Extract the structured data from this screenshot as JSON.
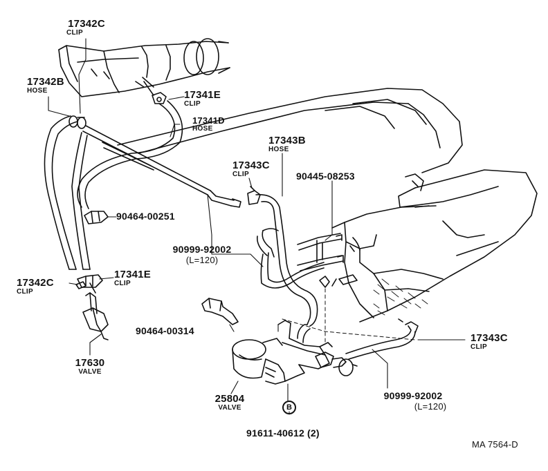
{
  "diagram": {
    "drawing_code": "MA 7564-D",
    "callouts": [
      {
        "id": "c1",
        "part": "17342C",
        "desc": "CLIP"
      },
      {
        "id": "c2",
        "part": "17342B",
        "desc": "HOSE"
      },
      {
        "id": "c3",
        "part": "17341E",
        "desc": "CLIP"
      },
      {
        "id": "c4",
        "part": "17341D",
        "desc": "HOSE"
      },
      {
        "id": "c5",
        "part": "17343B",
        "desc": "HOSE"
      },
      {
        "id": "c6",
        "part": "17343C",
        "desc": "CLIP"
      },
      {
        "id": "c7",
        "part": "90445-08253",
        "desc": ""
      },
      {
        "id": "c8",
        "part": "90464-00251",
        "desc": ""
      },
      {
        "id": "c9",
        "part": "90999-92002",
        "desc": "(L=120)"
      },
      {
        "id": "c10",
        "part": "17342C",
        "desc": "CLIP"
      },
      {
        "id": "c11",
        "part": "17341E",
        "desc": "CLIP"
      },
      {
        "id": "c12",
        "part": "90464-00314",
        "desc": ""
      },
      {
        "id": "c13",
        "part": "17343C",
        "desc": "CLIP"
      },
      {
        "id": "c14",
        "part": "17630",
        "desc": "VALVE"
      },
      {
        "id": "c15",
        "part": "25804",
        "desc": "VALVE"
      },
      {
        "id": "c16",
        "part": "90999-92002",
        "desc": "(L=120)"
      },
      {
        "id": "c17",
        "part": "91611-40612 (2)",
        "desc": ""
      }
    ],
    "bolt_marker": "B"
  }
}
